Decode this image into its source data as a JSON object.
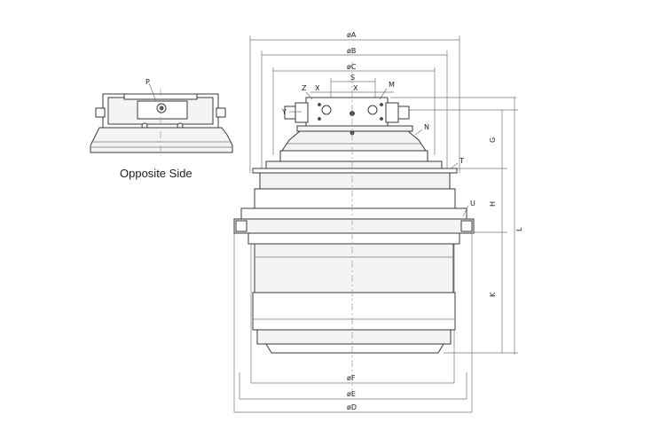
{
  "caption": "Opposite Side",
  "labels": {
    "phiA": "øA",
    "phiB": "øB",
    "phiC": "øC",
    "S": "S",
    "X1": "X",
    "X2": "X",
    "Z": "Z",
    "M": "M",
    "Y": "Y",
    "N": "N",
    "T": "T",
    "U": "U",
    "G": "G",
    "H": "H",
    "L": "L",
    "K": "K",
    "phiF": "øF",
    "phiE": "øE",
    "phiD": "øD",
    "P": "P"
  }
}
